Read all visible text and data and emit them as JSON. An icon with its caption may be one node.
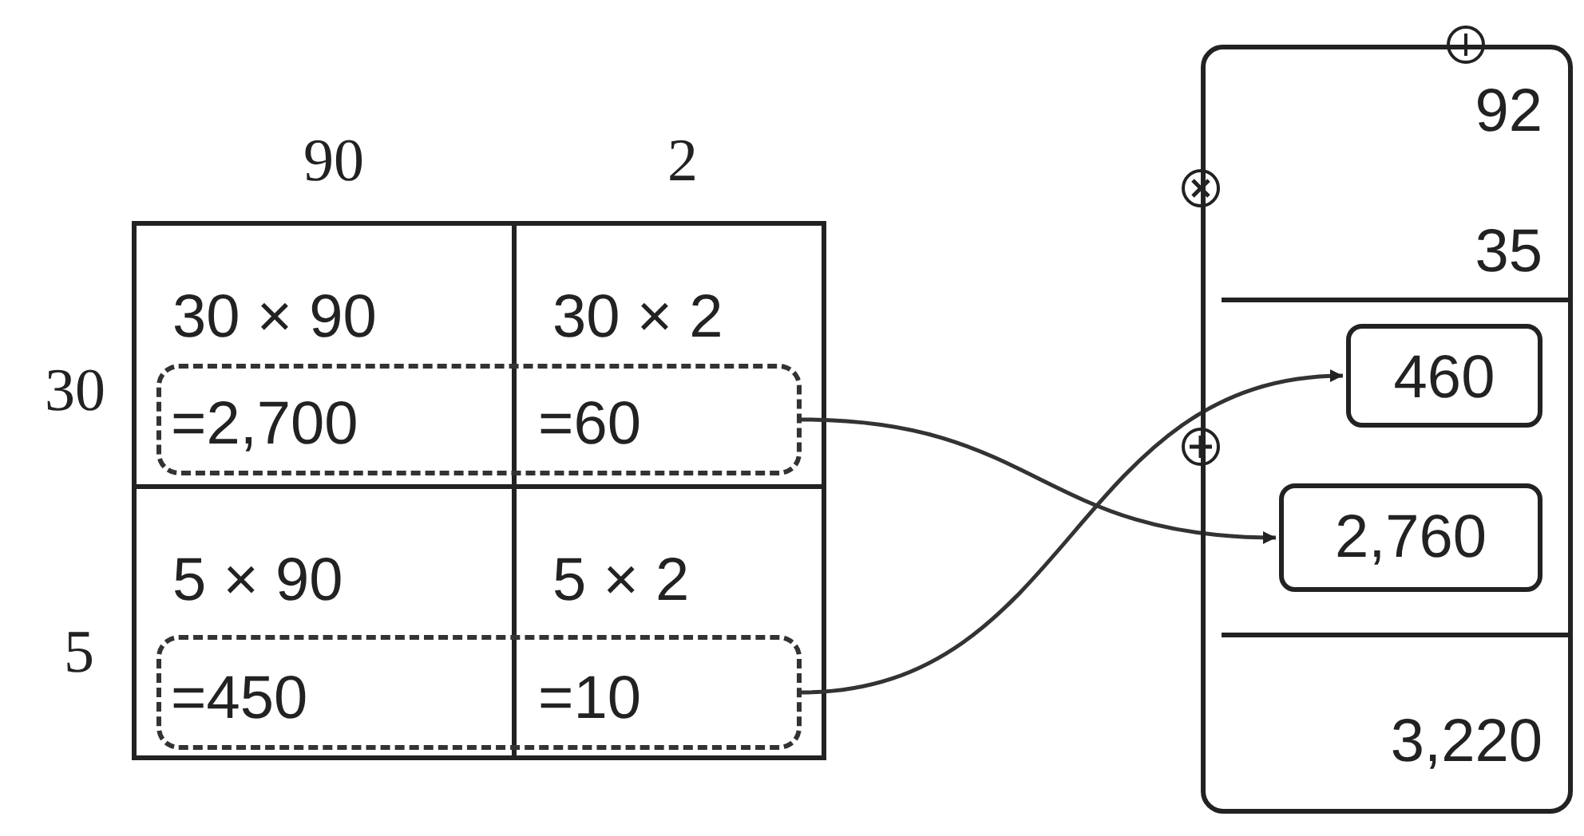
{
  "diagram": {
    "nodes": [
      {
        "text": [
          "=2,700",
          "=60"
        ]
      },
      {
        "text": [
          "=450",
          "=10"
        ]
      },
      {
        "text": [
          "92",
          "35",
          "3,220"
        ]
      },
      {
        "text": [
          "460"
        ],
        "in": 2
      },
      {
        "text": [
          "2,760"
        ],
        "in": 2
      }
    ],
    "edges": [
      {
        "from": 0,
        "to": 4,
        "arrow": "to"
      },
      {
        "from": 1,
        "to": 3,
        "arrow": "to"
      }
    ],
    "labels": [
      "90",
      "2",
      "30",
      "30 × 90",
      "30 × 2",
      "5",
      "5 × 90",
      "5 × 2"
    ]
  }
}
